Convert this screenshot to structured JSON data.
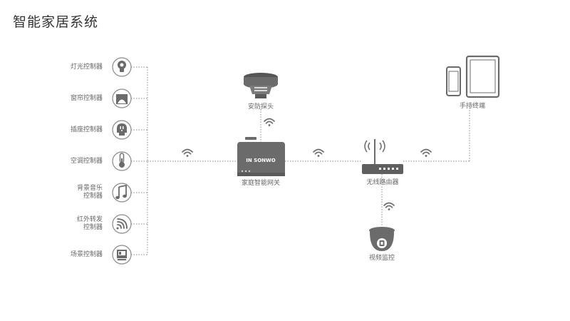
{
  "title": "智能家居系统",
  "controllers": [
    {
      "label": "灯光控制器",
      "icon": "bulb-icon"
    },
    {
      "label": "窗帘控制器",
      "icon": "curtain-icon"
    },
    {
      "label": "插座控制器",
      "icon": "socket-icon"
    },
    {
      "label": "空调控制器",
      "icon": "thermometer-icon"
    },
    {
      "label_line1": "背景音乐",
      "label_line2": "控制器",
      "icon": "music-note-icon"
    },
    {
      "label_line1": "红外转发",
      "label_line2": "控制器",
      "icon": "infrared-icon"
    },
    {
      "label": "场景控制器",
      "icon": "scene-panel-icon"
    }
  ],
  "devices": {
    "security": {
      "label": "安防探头",
      "icon": "smoke-detector-icon"
    },
    "gateway": {
      "label": "家庭智能网关",
      "brand": "IN SONWO",
      "icon": "gateway-icon"
    },
    "router": {
      "label": "无线路由器",
      "icon": "router-icon"
    },
    "handheld": {
      "label": "手持终端",
      "icon": "phone-tablet-icon"
    },
    "camera": {
      "label": "视频监控",
      "icon": "dome-camera-icon"
    }
  },
  "colors": {
    "icon_fill": "#6b6b6b",
    "circle_stroke": "#8a8a8a",
    "line": "#8a8a8a"
  }
}
